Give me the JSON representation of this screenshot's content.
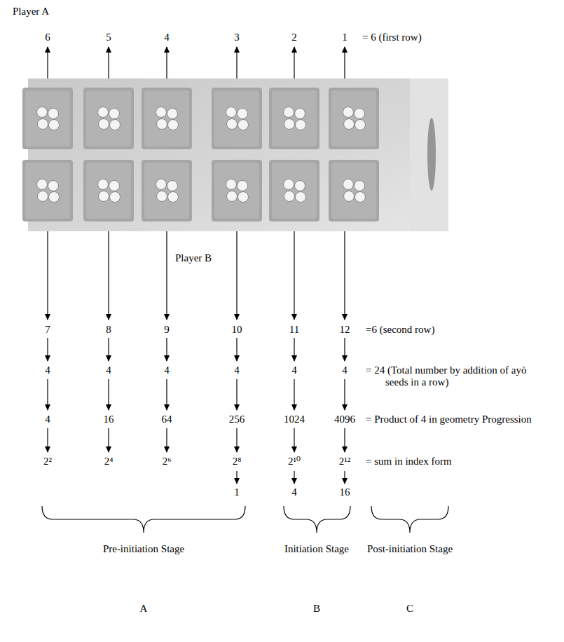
{
  "diagram": {
    "labels": [
      "Player A",
      "6",
      "5",
      "4",
      "3",
      "2",
      "1",
      "= 6 (first row)",
      "Player B",
      "7",
      "8",
      "9",
      "10",
      "11",
      "12",
      "=6 (second row)",
      "4",
      "4",
      "4",
      "4",
      "4",
      "4",
      "= 24 (Total number by addition of ayò seeds in a row)",
      "4",
      "16",
      "64",
      "256",
      "1024",
      "4096",
      "= Product of 4 in geometry Progression",
      "2²",
      "2⁴",
      "2⁶",
      "2⁸",
      "2¹⁰",
      "2¹²",
      "= sum in index form",
      "1",
      "4",
      "16",
      "Pre-initiation Stage",
      "Initiation Stage",
      "Post-initiation Stage",
      "A",
      "B",
      "C"
    ]
  }
}
